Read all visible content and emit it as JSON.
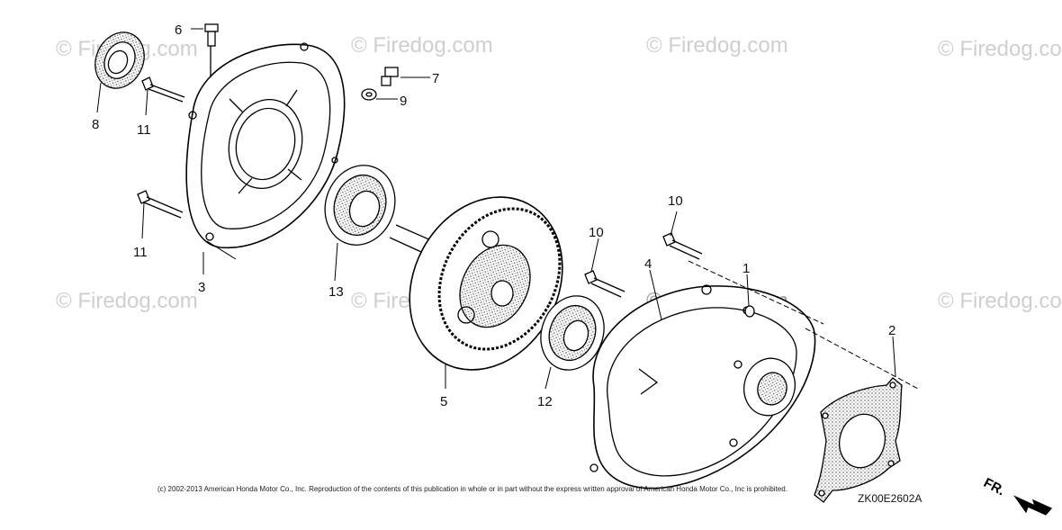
{
  "watermark": "© Firedog.com",
  "callouts": [
    "6",
    "7",
    "9",
    "8",
    "11",
    "11",
    "3",
    "13",
    "10",
    "10",
    "4",
    "1",
    "2",
    "5",
    "12"
  ],
  "copyright": "(c) 2002-2013 American Honda Motor Co., Inc. Reproduction of the contents of this publication in whole or in part without the express written approval of American Honda Motor Co., Inc is prohibited.",
  "diagram_code": "ZK00E2602A",
  "direction_label": "FR.",
  "colors": {
    "line": "#000000",
    "stipple": "#8a8a8a",
    "watermark": "#cfcfcf"
  }
}
